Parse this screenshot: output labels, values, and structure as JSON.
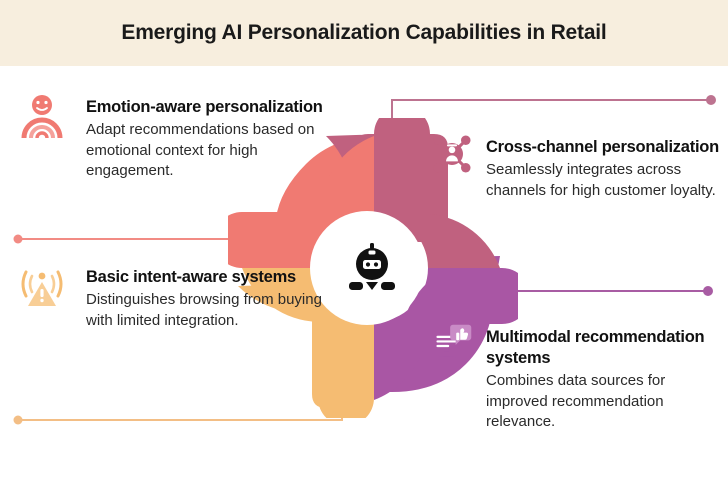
{
  "header": {
    "title": "Emerging AI Personalization Capabilities in Retail",
    "background_color": "#F7EEDE"
  },
  "center": {
    "icon": "robot-icon",
    "icon_color": "#111111",
    "disc_color": "#FFFFFF"
  },
  "palette": {
    "coral": "#F07A72",
    "rose": "#C0617F",
    "purple": "#A956A4",
    "amber": "#F5BC72",
    "header_cream": "#F7EEDE",
    "title_text": "#111111",
    "body_text": "#2A2A2A"
  },
  "blades": [
    {
      "name": "emotion-aware-blade",
      "color": "#F07A72",
      "position": "upper-left"
    },
    {
      "name": "cross-channel-blade",
      "color": "#C0617F",
      "position": "upper-right"
    },
    {
      "name": "multimodal-blade",
      "color": "#A956A4",
      "position": "lower-right"
    },
    {
      "name": "basic-intent-blade",
      "color": "#F5BC72",
      "position": "lower-left"
    }
  ],
  "items": [
    {
      "id": "emotion-aware",
      "icon": "smiley-person-icon",
      "icon_color": "#F07A72",
      "connector_color": "#F07A72",
      "title": "Emotion-aware personalization",
      "description": "Adapt recommendations based on emotional context for high engagement."
    },
    {
      "id": "basic-intent",
      "icon": "signal-tower-icon",
      "icon_color": "#F5BC72",
      "connector_color": "#F5BC72",
      "title": "Basic intent-aware systems",
      "description": "Distinguishes browsing from buying with limited integration."
    },
    {
      "id": "cross-channel",
      "icon": "network-person-icon",
      "icon_color": "#C0617F",
      "connector_color": "#C0617F",
      "title": "Cross-channel personalization",
      "description": "Seamlessly integrates across channels for high customer loyalty."
    },
    {
      "id": "multimodal",
      "icon": "monitor-thumbsup-icon",
      "icon_color": "#A956A4",
      "connector_color": "#A956A4",
      "title": "Multimodal recommendation systems",
      "description": "Combines data sources for improved recommendation relevance."
    }
  ]
}
